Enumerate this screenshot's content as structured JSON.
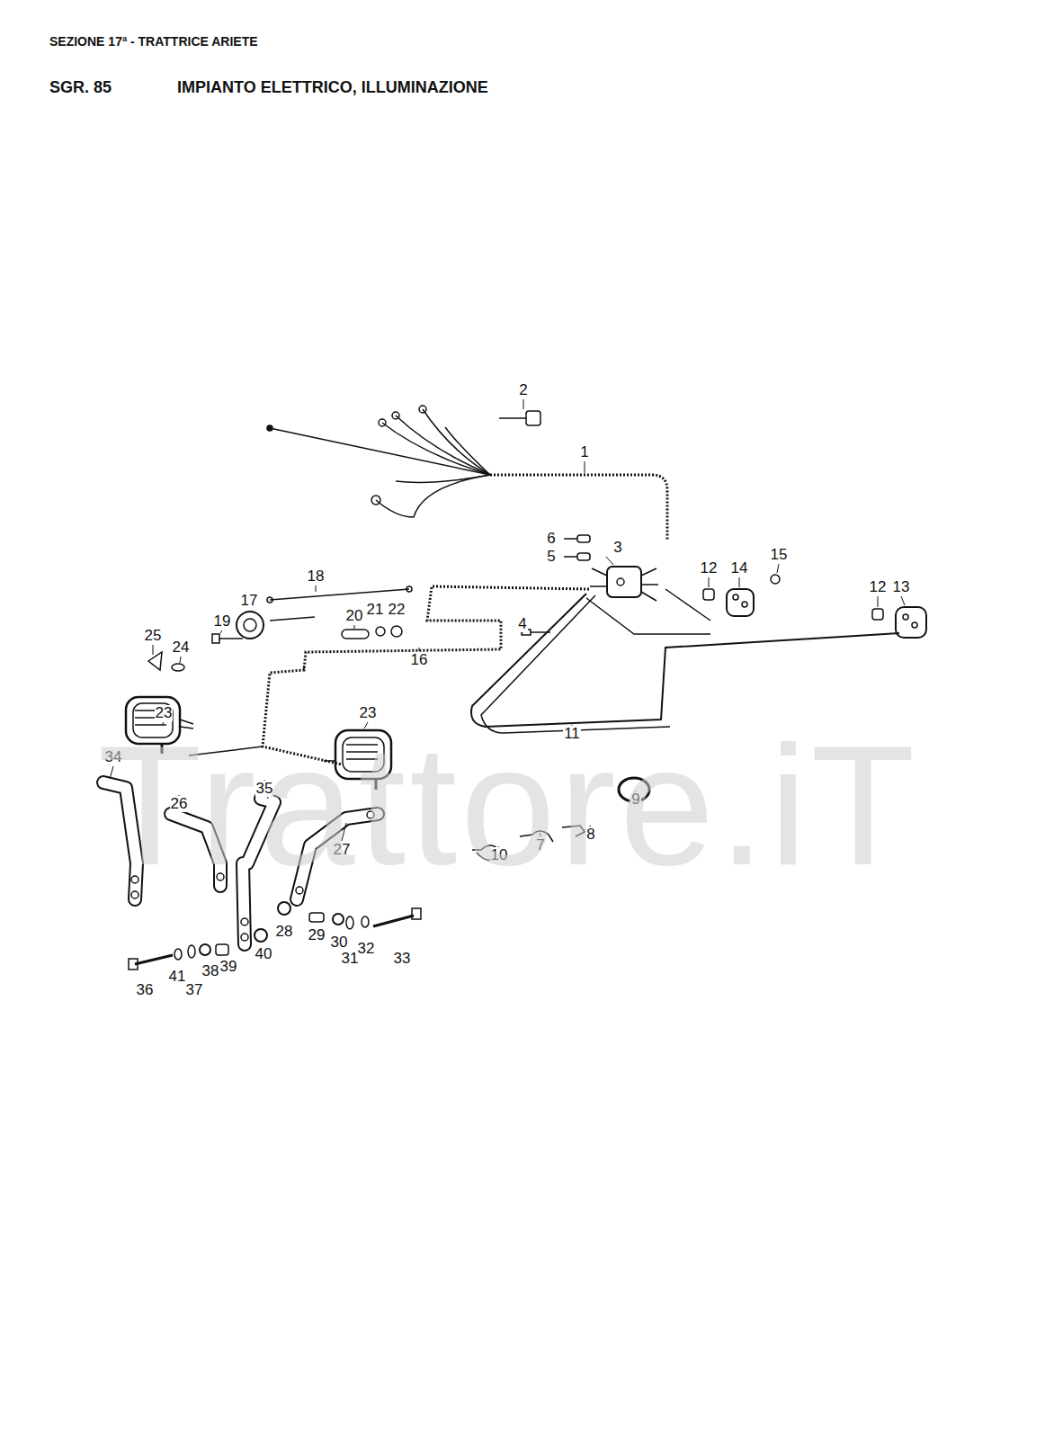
{
  "diagram": {
    "title": "IMPIANTO ELETTRICO, ILLUMINAZIONE",
    "labels": [
      "SEZIONE 17ª - TRATTRICE ARIETE",
      "SGR. 85",
      "2",
      "1",
      "6",
      "5",
      "3",
      "4",
      "12",
      "14",
      "15",
      "12",
      "13",
      "18",
      "17",
      "19",
      "20",
      "21",
      "22",
      "16",
      "25",
      "24",
      "23",
      "23",
      "11",
      "34",
      "26",
      "35",
      "27",
      "10",
      "7",
      "8",
      "9",
      "28",
      "29",
      "30",
      "31",
      "32",
      "33",
      "40",
      "39",
      "38",
      "37",
      "41",
      "36",
      "Trattore.iT"
    ]
  }
}
